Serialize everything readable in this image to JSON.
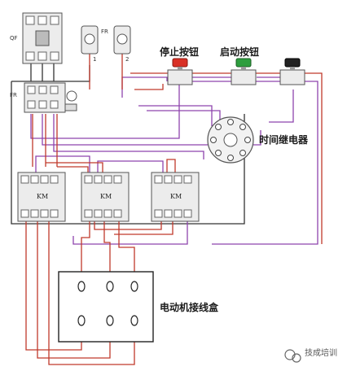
{
  "labels": {
    "stop_button": "停止按钮",
    "start_button": "启动按钮",
    "time_relay": "时间继电器",
    "motor_box": "电动机接线盒",
    "breaker": "QF",
    "thermal_relay": "FR",
    "thermal_relay_top": "FR",
    "fuse_1": "1",
    "fuse_2": "2",
    "contactor_1": "KM",
    "contactor_2": "KM",
    "contactor_3": "KM",
    "watermark": "技成培训"
  },
  "colors": {
    "wire_red": "#c0392b",
    "wire_purple": "#8e44ad",
    "wire_dark": "#333333",
    "stop_button_cap": "#d93025",
    "start_button_cap": "#2e9e3e",
    "third_button_cap": "#222222",
    "device_body": "#e8e8e8",
    "device_stroke": "#555555"
  }
}
